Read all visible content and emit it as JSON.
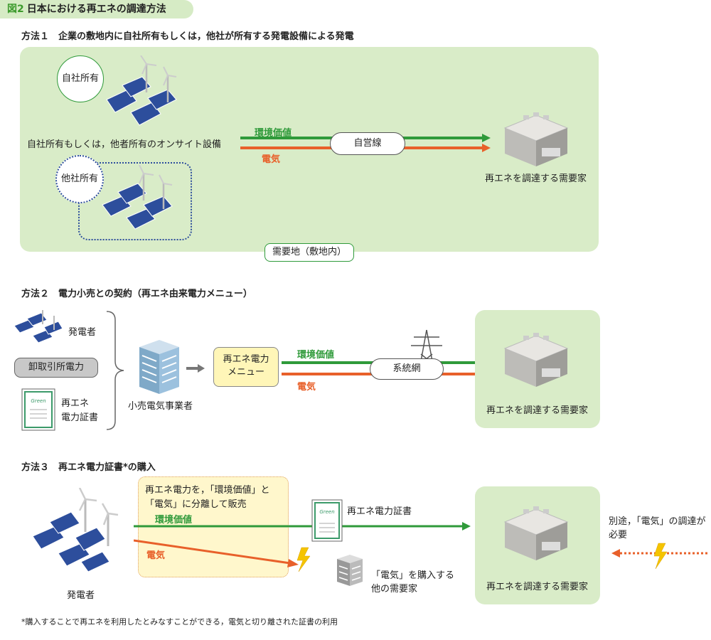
{
  "figure": {
    "num": "図2",
    "title": "日本における再エネの調達方法"
  },
  "method1": {
    "heading": "方法１　企業の敷地内に自社所有もしくは，他社が所有する発電設備による発電",
    "own_label": "自社所有",
    "other_label": "他社所有",
    "facility_label": "自社所有もしくは，他者所有のオンサイト設備",
    "env_value": "環境価値",
    "electricity": "電気",
    "line_label": "自営線",
    "consumer": "再エネを調達する需要家",
    "site_label": "需要地（敷地内）"
  },
  "method2": {
    "heading": "方法２　電力小売との契約（再エネ由来電力メニュー）",
    "generator": "発電者",
    "wholesale": "卸取引所電力",
    "cert_line1": "再エネ",
    "cert_line2": "電力証書",
    "retailer": "小売電気事業者",
    "menu_line1": "再エネ電力",
    "menu_line2": "メニュー",
    "env_value": "環境価値",
    "electricity": "電気",
    "grid": "系統網",
    "consumer": "再エネを調達する需要家"
  },
  "method3": {
    "heading": "方法３　再エネ電力証書*の購入",
    "note_line1": "再エネ電力を，「環境価値」と",
    "note_line2": "「電気」に分離して販売",
    "env_value": "環境価値",
    "electricity": "電気",
    "cert": "再エネ電力証書",
    "generator": "発電者",
    "other_line1": "「電気」を購入する",
    "other_line2": "他の需要家",
    "consumer": "再エネを調達する需要家",
    "separate_line1": "別途，「電気」の調達が",
    "separate_line2": "必要"
  },
  "footnote": "*購入することで再エネを利用したとみなすことができる，電気と切り離された証書の利用",
  "colors": {
    "green": "#2f9a3a",
    "orange": "#e8602a",
    "panel": "#d9ecc8",
    "title_bg": "#d6ebc5"
  }
}
